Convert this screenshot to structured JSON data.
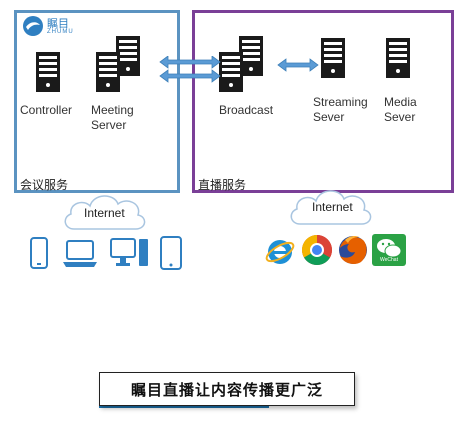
{
  "brand": {
    "logo_text_cn": "瞩目",
    "logo_text_en": "ZHUMU"
  },
  "left_zone": {
    "name": "会议服务",
    "nodes": [
      {
        "id": "controller",
        "label": "Controller"
      },
      {
        "id": "meeting",
        "label_line1": "Meeting",
        "label_line2": "Server"
      }
    ]
  },
  "right_zone": {
    "name": "直播服务",
    "nodes": [
      {
        "id": "broadcast",
        "label": "Broadcast"
      },
      {
        "id": "streaming",
        "label_line1": "Streaming",
        "label_line2": "Sever"
      },
      {
        "id": "media",
        "label_line1": "Media",
        "label_line2": "Sever"
      }
    ]
  },
  "left_cloud": {
    "label": "Internet"
  },
  "right_cloud": {
    "label": "Internet"
  },
  "devices": [
    "phone",
    "laptop",
    "desktop-computer",
    "tablet"
  ],
  "browsers": [
    "ie-browser",
    "chrome-browser",
    "firefox-browser",
    "wechat"
  ],
  "wechat_badge": "WeChat",
  "caption": "瞩目直播让内容传播更广泛",
  "colors": {
    "left_border": "#5b93c1",
    "right_border": "#7a3f97",
    "arrow": "#5b9bd5",
    "underline": "#1c6fa8"
  }
}
